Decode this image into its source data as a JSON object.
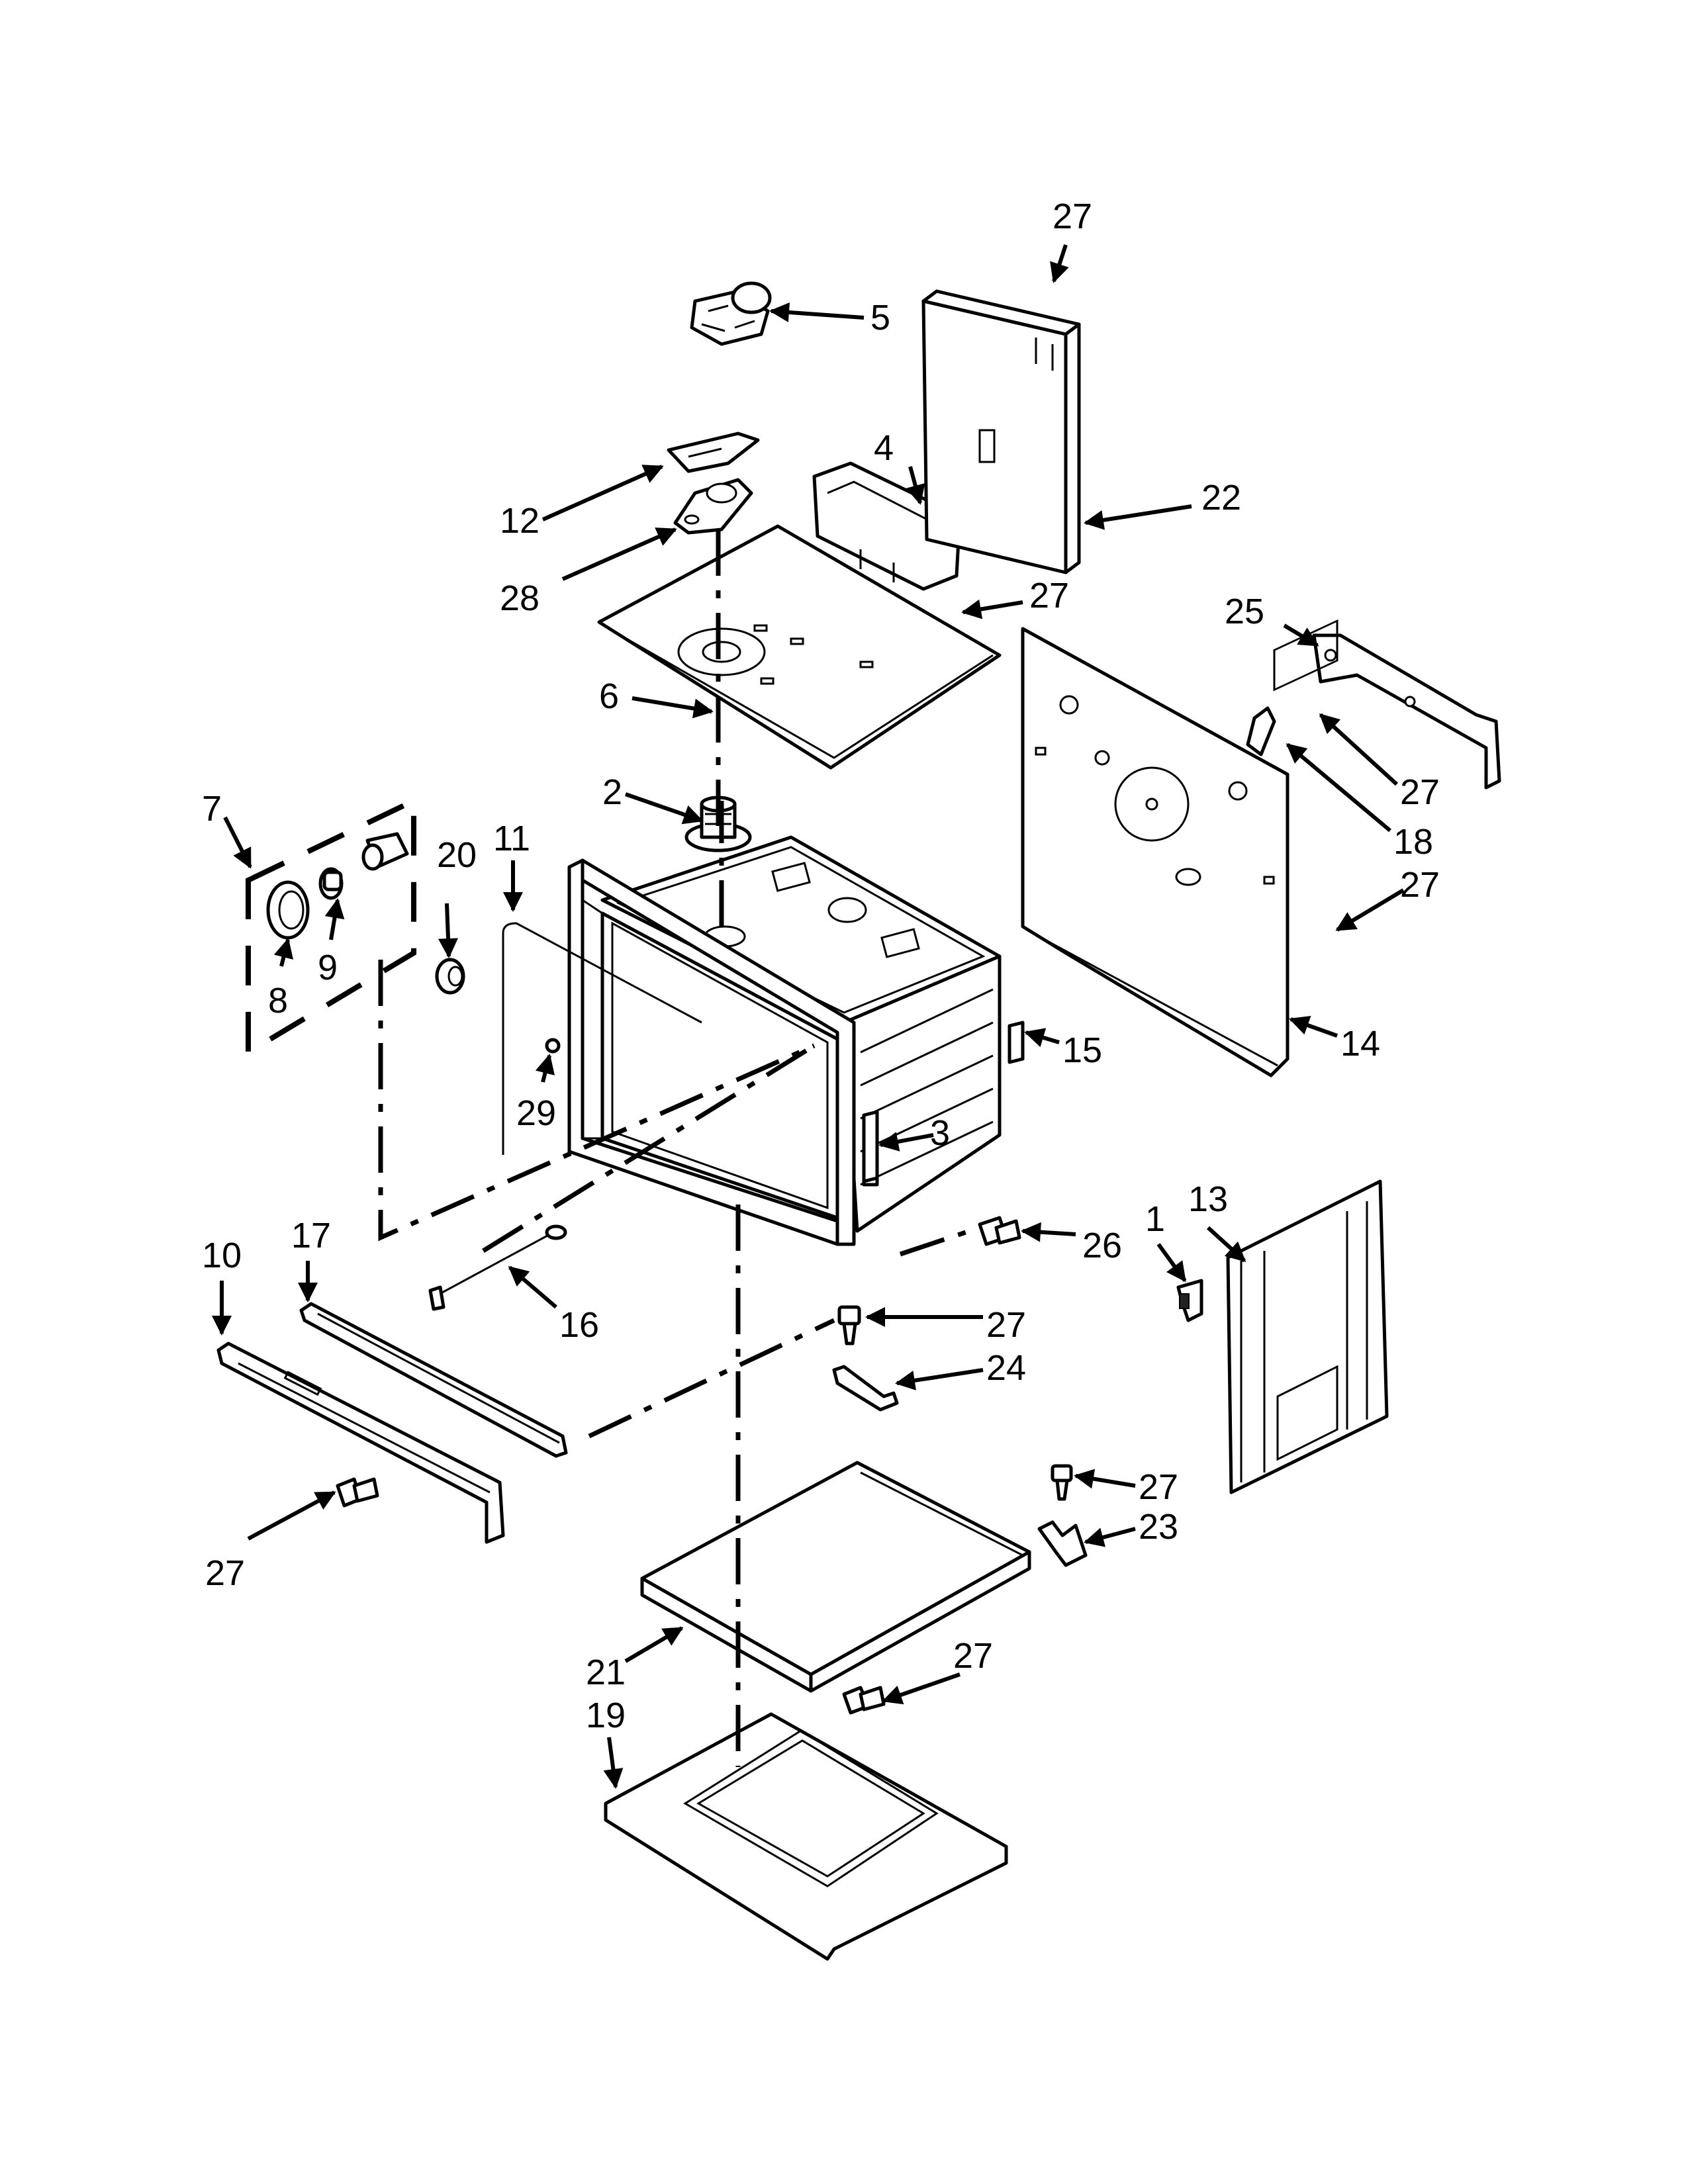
{
  "labels": {
    "c1": "1",
    "c2": "2",
    "c3": "3",
    "c4": "4",
    "c5": "5",
    "c6": "6",
    "c7": "7",
    "c8": "8",
    "c9": "9",
    "c10": "10",
    "c11": "11",
    "c12": "12",
    "c13": "13",
    "c14": "14",
    "c15": "15",
    "c16": "16",
    "c17": "17",
    "c18": "18",
    "c19": "19",
    "c20": "20",
    "c21": "21",
    "c22": "22",
    "c23": "23",
    "c24": "24",
    "c25": "25",
    "c26": "26",
    "c27a": "27",
    "c27b": "27",
    "c27c": "27",
    "c27d": "27",
    "c27e": "27",
    "c27f": "27",
    "c27g": "27",
    "c27h": "27",
    "c28": "28",
    "c29": "29"
  },
  "colors": {
    "ink": "#000000",
    "paper": "#ffffff"
  }
}
